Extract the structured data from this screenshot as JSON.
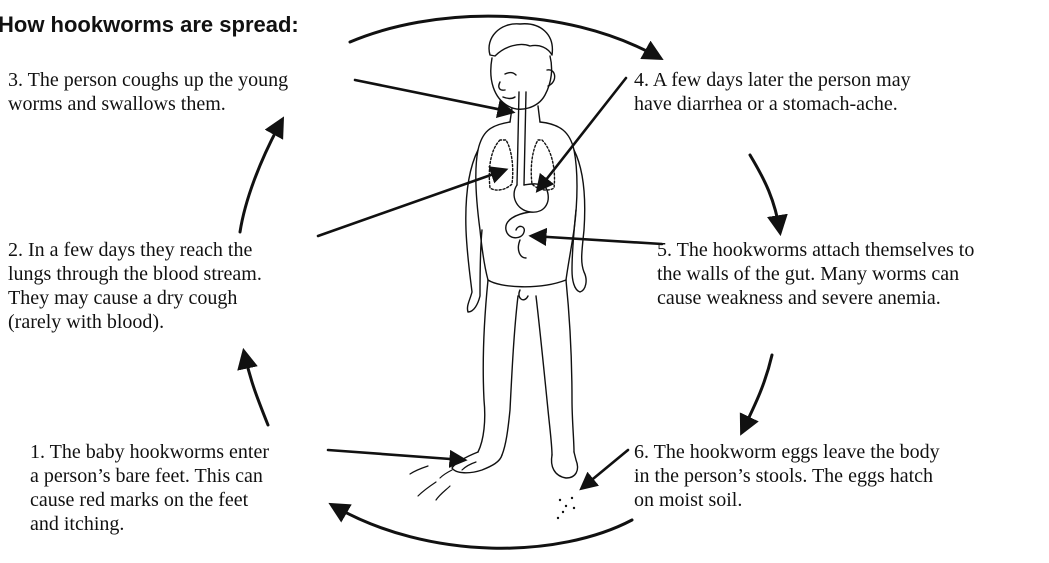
{
  "title": "How hookworms are spread:",
  "steps": {
    "s1": {
      "lines": [
        "1. The baby hookworms enter",
        "a person’s bare feet. This can",
        "cause red marks on the feet",
        "and itching."
      ]
    },
    "s2": {
      "lines": [
        "2. In a few days they reach the",
        "lungs through the blood  stream.",
        "They may cause a dry cough",
        "(rarely with blood)."
      ]
    },
    "s3": {
      "lines": [
        "3. The person coughs up the young",
        "worms and swallows them."
      ]
    },
    "s4": {
      "lines": [
        "4. A few days later the person may",
        "have diarrhea or a stomach-ache."
      ]
    },
    "s5": {
      "lines": [
        "5. The hookworms attach themselves to",
        "the walls of the gut. Many worms can",
        "cause weakness and severe anemia."
      ]
    },
    "s6": {
      "lines": [
        "6. The hookworm eggs leave the body",
        "in the person’s stools. The eggs hatch",
        "on moist soil."
      ]
    }
  },
  "illustration": "child-figure-with-digestive-tract",
  "colors": {
    "ink": "#111111",
    "background": "#ffffff"
  }
}
